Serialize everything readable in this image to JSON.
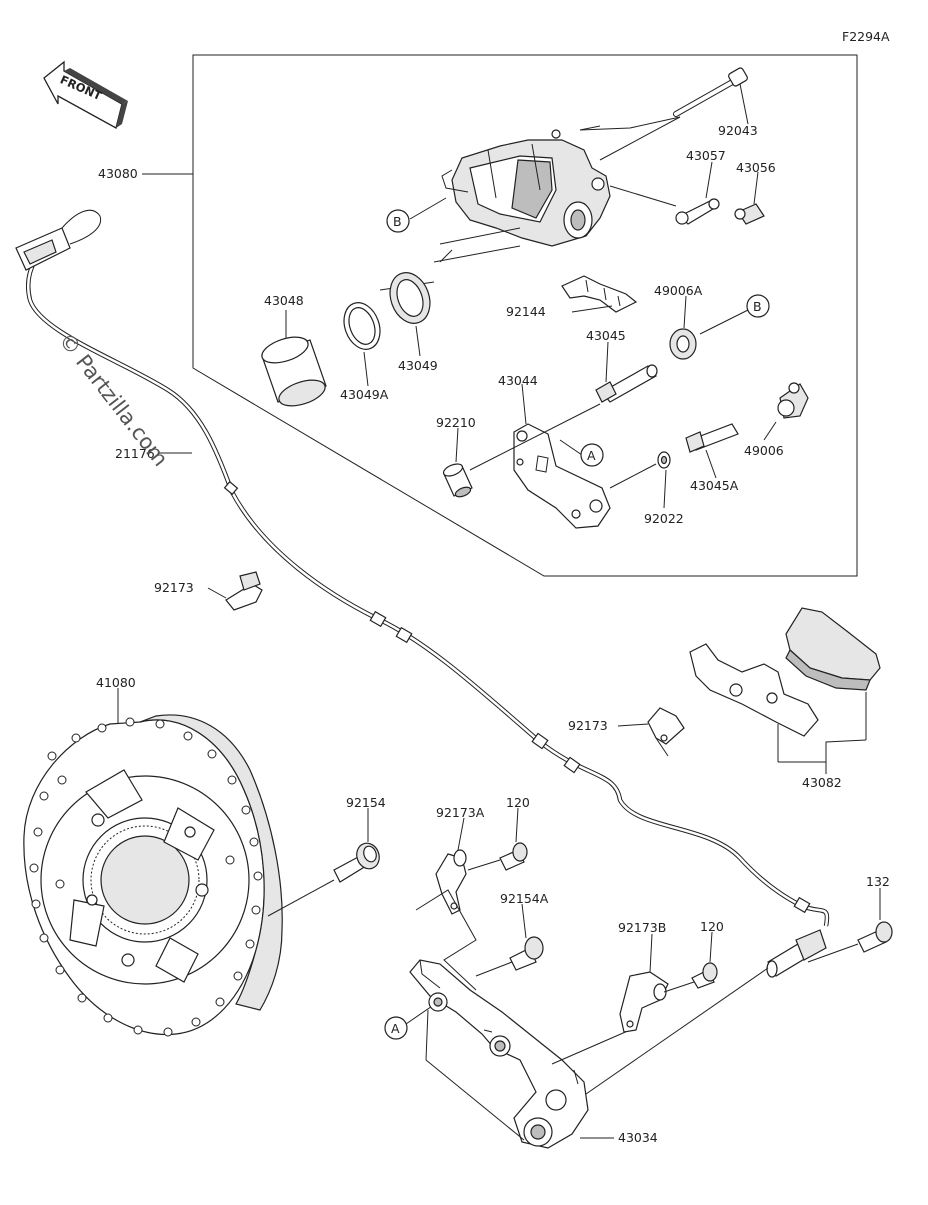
{
  "diagram": {
    "figure_code": "F2294A",
    "front_label": "FRONT",
    "watermark": "© Partzilla.com",
    "callouts": {
      "A": "A",
      "B": "B"
    },
    "parts": {
      "p43080": "43080",
      "p92043": "92043",
      "p43057": "43057",
      "p43056": "43056",
      "p43048": "43048",
      "p43049": "43049",
      "p43049A": "43049A",
      "p92144": "92144",
      "p49006A": "49006A",
      "p43045": "43045",
      "p43044": "43044",
      "p92210": "92210",
      "p43045A": "43045A",
      "p49006": "49006",
      "p92022": "92022",
      "p21176": "21176",
      "p92173_upper": "92173",
      "p92173_mid": "92173",
      "p41080": "41080",
      "p43082": "43082",
      "p92154": "92154",
      "p92173A": "92173A",
      "p120_a": "120",
      "p92154A": "92154A",
      "p92173B": "92173B",
      "p120_b": "120",
      "p132": "132",
      "p43034": "43034"
    }
  }
}
